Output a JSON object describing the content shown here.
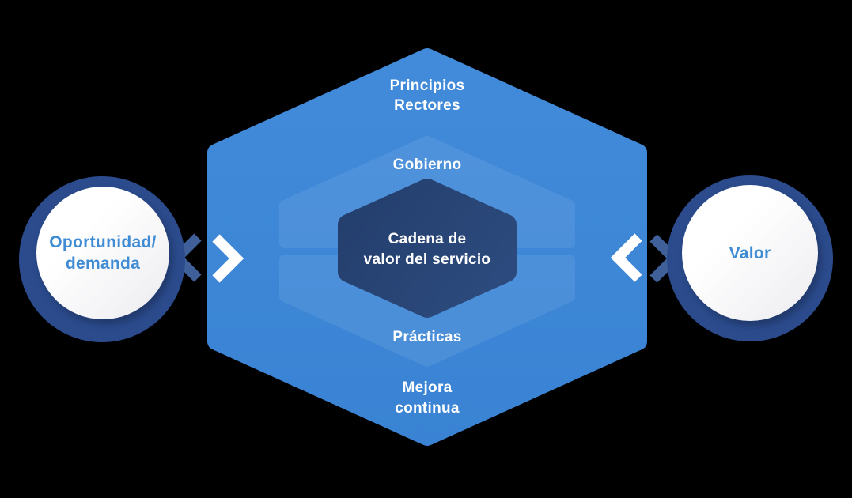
{
  "background_color": "#000000",
  "palette": {
    "hexagon_blue": "#3E88D8",
    "hexagon_overlay": "rgba(255,255,255,0.08)",
    "core_hexagon_gradient_start": "#233E6C",
    "core_hexagon_gradient_end": "#2F4D82",
    "circle_ring_navy": "#2B4B8D",
    "circle_fill_light": "#FFFFFF",
    "circle_fill_shade": "#ECECF0",
    "circle_text_blue": "#3F8CD5",
    "chevron_dark_blue": "#40609A",
    "chevron_white": "#FFFFFF",
    "hexagon_text_white": "#FFFFFF"
  },
  "hexagon_labels": {
    "guiding_principles": "Principios\nRectores",
    "governance": "Gobierno",
    "service_value_chain": "Cadena de\nvalor del servicio",
    "practices": "Prácticas",
    "continual_improvement": "Mejora\ncontinua"
  },
  "input_circle": {
    "label": "Oportunidad/\ndemanda"
  },
  "output_circle": {
    "label": "Valor"
  },
  "icons": [
    {
      "name": "chevron-left-icon",
      "position": "left-of-hexagon",
      "color": "#40609A"
    },
    {
      "name": "chevron-right-icon",
      "position": "left-inside-hexagon",
      "color": "#FFFFFF"
    },
    {
      "name": "chevron-left-icon",
      "position": "right-inside-hexagon",
      "color": "#FFFFFF"
    },
    {
      "name": "chevron-right-icon",
      "position": "right-of-hexagon",
      "color": "#40609A"
    }
  ]
}
